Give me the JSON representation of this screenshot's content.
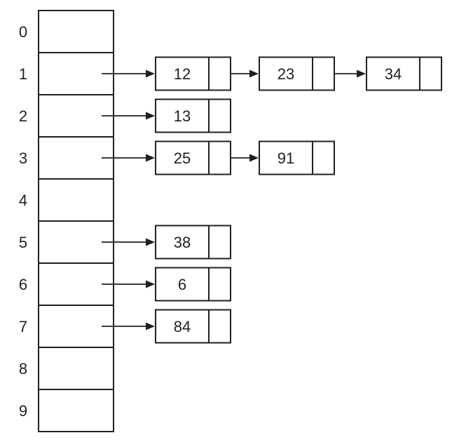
{
  "diagram": {
    "kind": "hash-table-separate-chaining",
    "bucket_count": 10,
    "buckets": [
      {
        "index": "0",
        "chain": []
      },
      {
        "index": "1",
        "chain": [
          "12",
          "23",
          "34"
        ]
      },
      {
        "index": "2",
        "chain": [
          "13"
        ]
      },
      {
        "index": "3",
        "chain": [
          "25",
          "91"
        ]
      },
      {
        "index": "4",
        "chain": []
      },
      {
        "index": "5",
        "chain": [
          "38"
        ]
      },
      {
        "index": "6",
        "chain": [
          "6"
        ]
      },
      {
        "index": "7",
        "chain": [
          "84"
        ]
      },
      {
        "index": "8",
        "chain": []
      },
      {
        "index": "9",
        "chain": []
      }
    ],
    "colors": {
      "stroke": "#231f20",
      "text": "#231f20",
      "background": "#ffffff"
    }
  }
}
